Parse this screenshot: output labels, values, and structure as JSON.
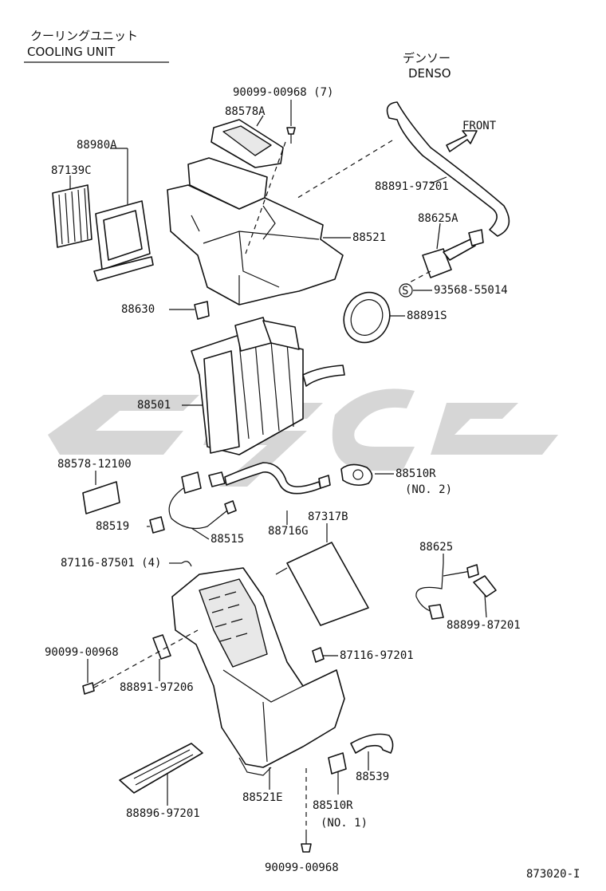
{
  "header": {
    "title_jp": "クーリングユニット",
    "title_en": "COOLING UNIT",
    "maker_jp": "デンソー",
    "maker_en": "DENSO",
    "front_label": "FRONT"
  },
  "callouts": [
    {
      "id": "c1",
      "text": "90099-00968 (7)"
    },
    {
      "id": "c2",
      "text": "88578A"
    },
    {
      "id": "c3",
      "text": "88980A"
    },
    {
      "id": "c4",
      "text": "87139C"
    },
    {
      "id": "c5",
      "text": "88891-97201"
    },
    {
      "id": "c6",
      "text": "88625A"
    },
    {
      "id": "c7",
      "text": "88521"
    },
    {
      "id": "c8",
      "text": "93568-55014"
    },
    {
      "id": "c9",
      "text": "88630"
    },
    {
      "id": "c10",
      "text": "88891S"
    },
    {
      "id": "c11",
      "text": "88501"
    },
    {
      "id": "c12",
      "text": "88578-12100"
    },
    {
      "id": "c13",
      "text": "88510R"
    },
    {
      "id": "c14",
      "text": "(NO. 2)"
    },
    {
      "id": "c15",
      "text": "87317B"
    },
    {
      "id": "c16",
      "text": "88519"
    },
    {
      "id": "c17",
      "text": "88716G"
    },
    {
      "id": "c18",
      "text": "88515"
    },
    {
      "id": "c19",
      "text": "88625"
    },
    {
      "id": "c20",
      "text": "87116-87501 (4)"
    },
    {
      "id": "c21",
      "text": "88899-87201"
    },
    {
      "id": "c22",
      "text": "90099-00968"
    },
    {
      "id": "c23",
      "text": "87116-97201"
    },
    {
      "id": "c24",
      "text": "88891-97206"
    },
    {
      "id": "c25",
      "text": "88539"
    },
    {
      "id": "c26",
      "text": "88521E"
    },
    {
      "id": "c27",
      "text": "88510R"
    },
    {
      "id": "c28",
      "text": "(NO. 1)"
    },
    {
      "id": "c29",
      "text": "88896-97201"
    },
    {
      "id": "c30",
      "text": "90099-00968"
    },
    {
      "id": "c31",
      "text": "873020-I"
    }
  ],
  "symbols": {
    "s_mark": "S"
  },
  "colors": {
    "ink": "#111111",
    "watermark": "#cfcfcf",
    "background": "#ffffff"
  }
}
